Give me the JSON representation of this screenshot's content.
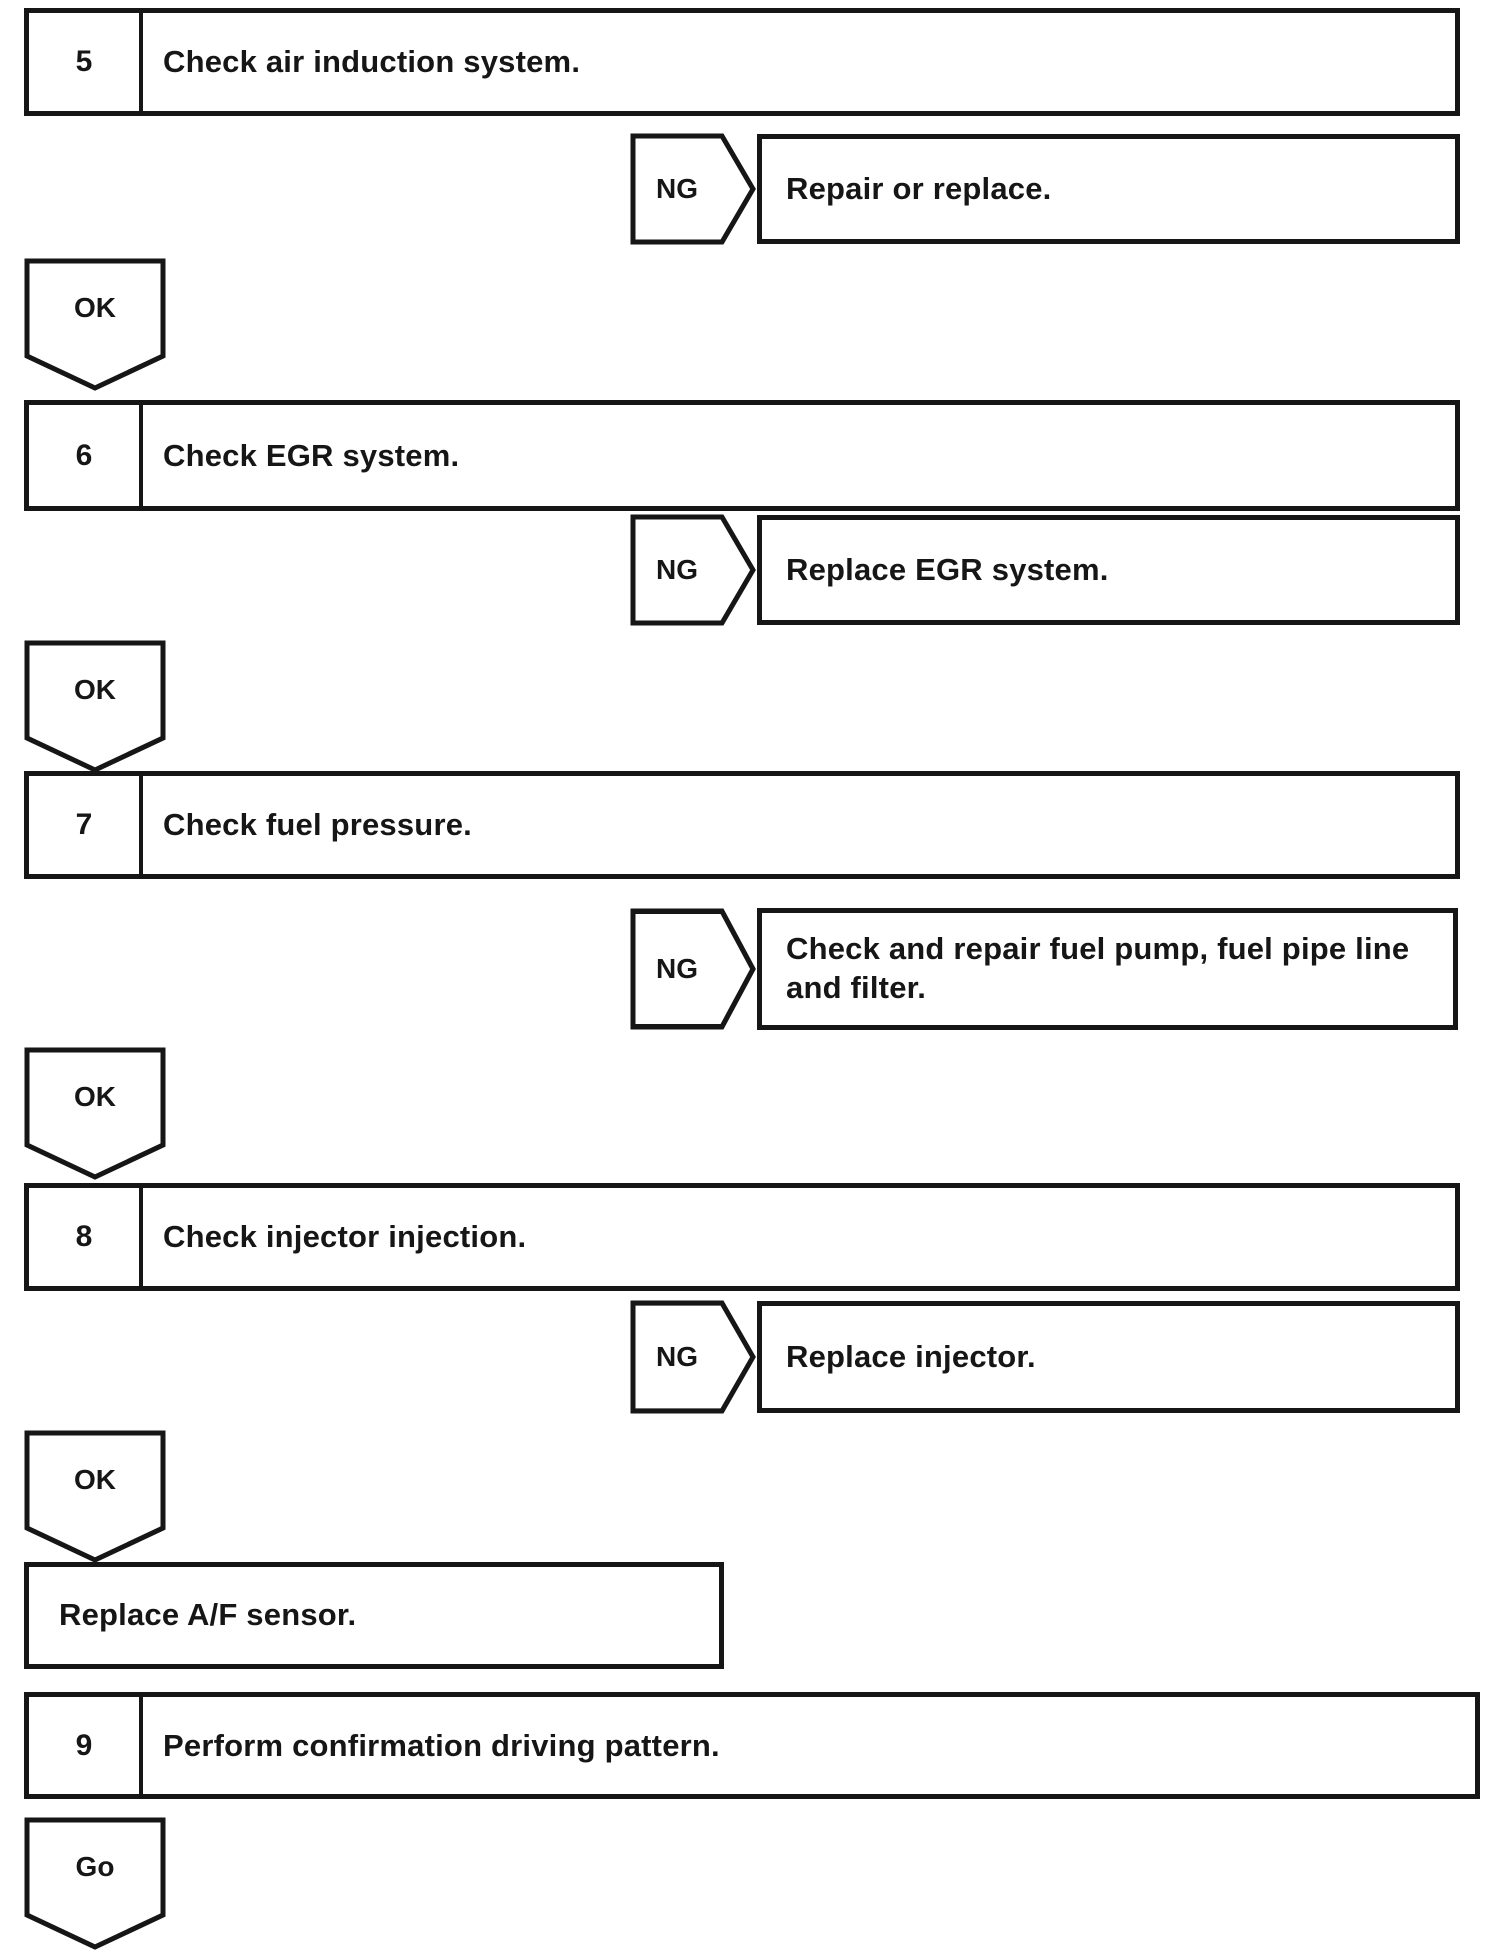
{
  "flowchart": {
    "steps": [
      {
        "number": "5",
        "instruction": "Check air induction system.",
        "ng_label": "NG",
        "ng_result": "Repair or replace.",
        "ok_label": "OK"
      },
      {
        "number": "6",
        "instruction": "Check EGR system.",
        "ng_label": "NG",
        "ng_result": "Replace EGR system.",
        "ok_label": "OK"
      },
      {
        "number": "7",
        "instruction": "Check fuel pressure.",
        "ng_label": "NG",
        "ng_result": "Check and repair fuel pump, fuel pipe line and filter.",
        "ok_label": "OK"
      },
      {
        "number": "8",
        "instruction": "Check injector injection.",
        "ng_label": "NG",
        "ng_result": "Replace injector.",
        "ok_label": "OK"
      }
    ],
    "ok_action": "Replace A/F sensor.",
    "final_step": {
      "number": "9",
      "instruction": "Perform confirmation driving pattern.",
      "go_label": "Go"
    }
  },
  "colors": {
    "line": "#161616",
    "background": "#ffffff"
  }
}
